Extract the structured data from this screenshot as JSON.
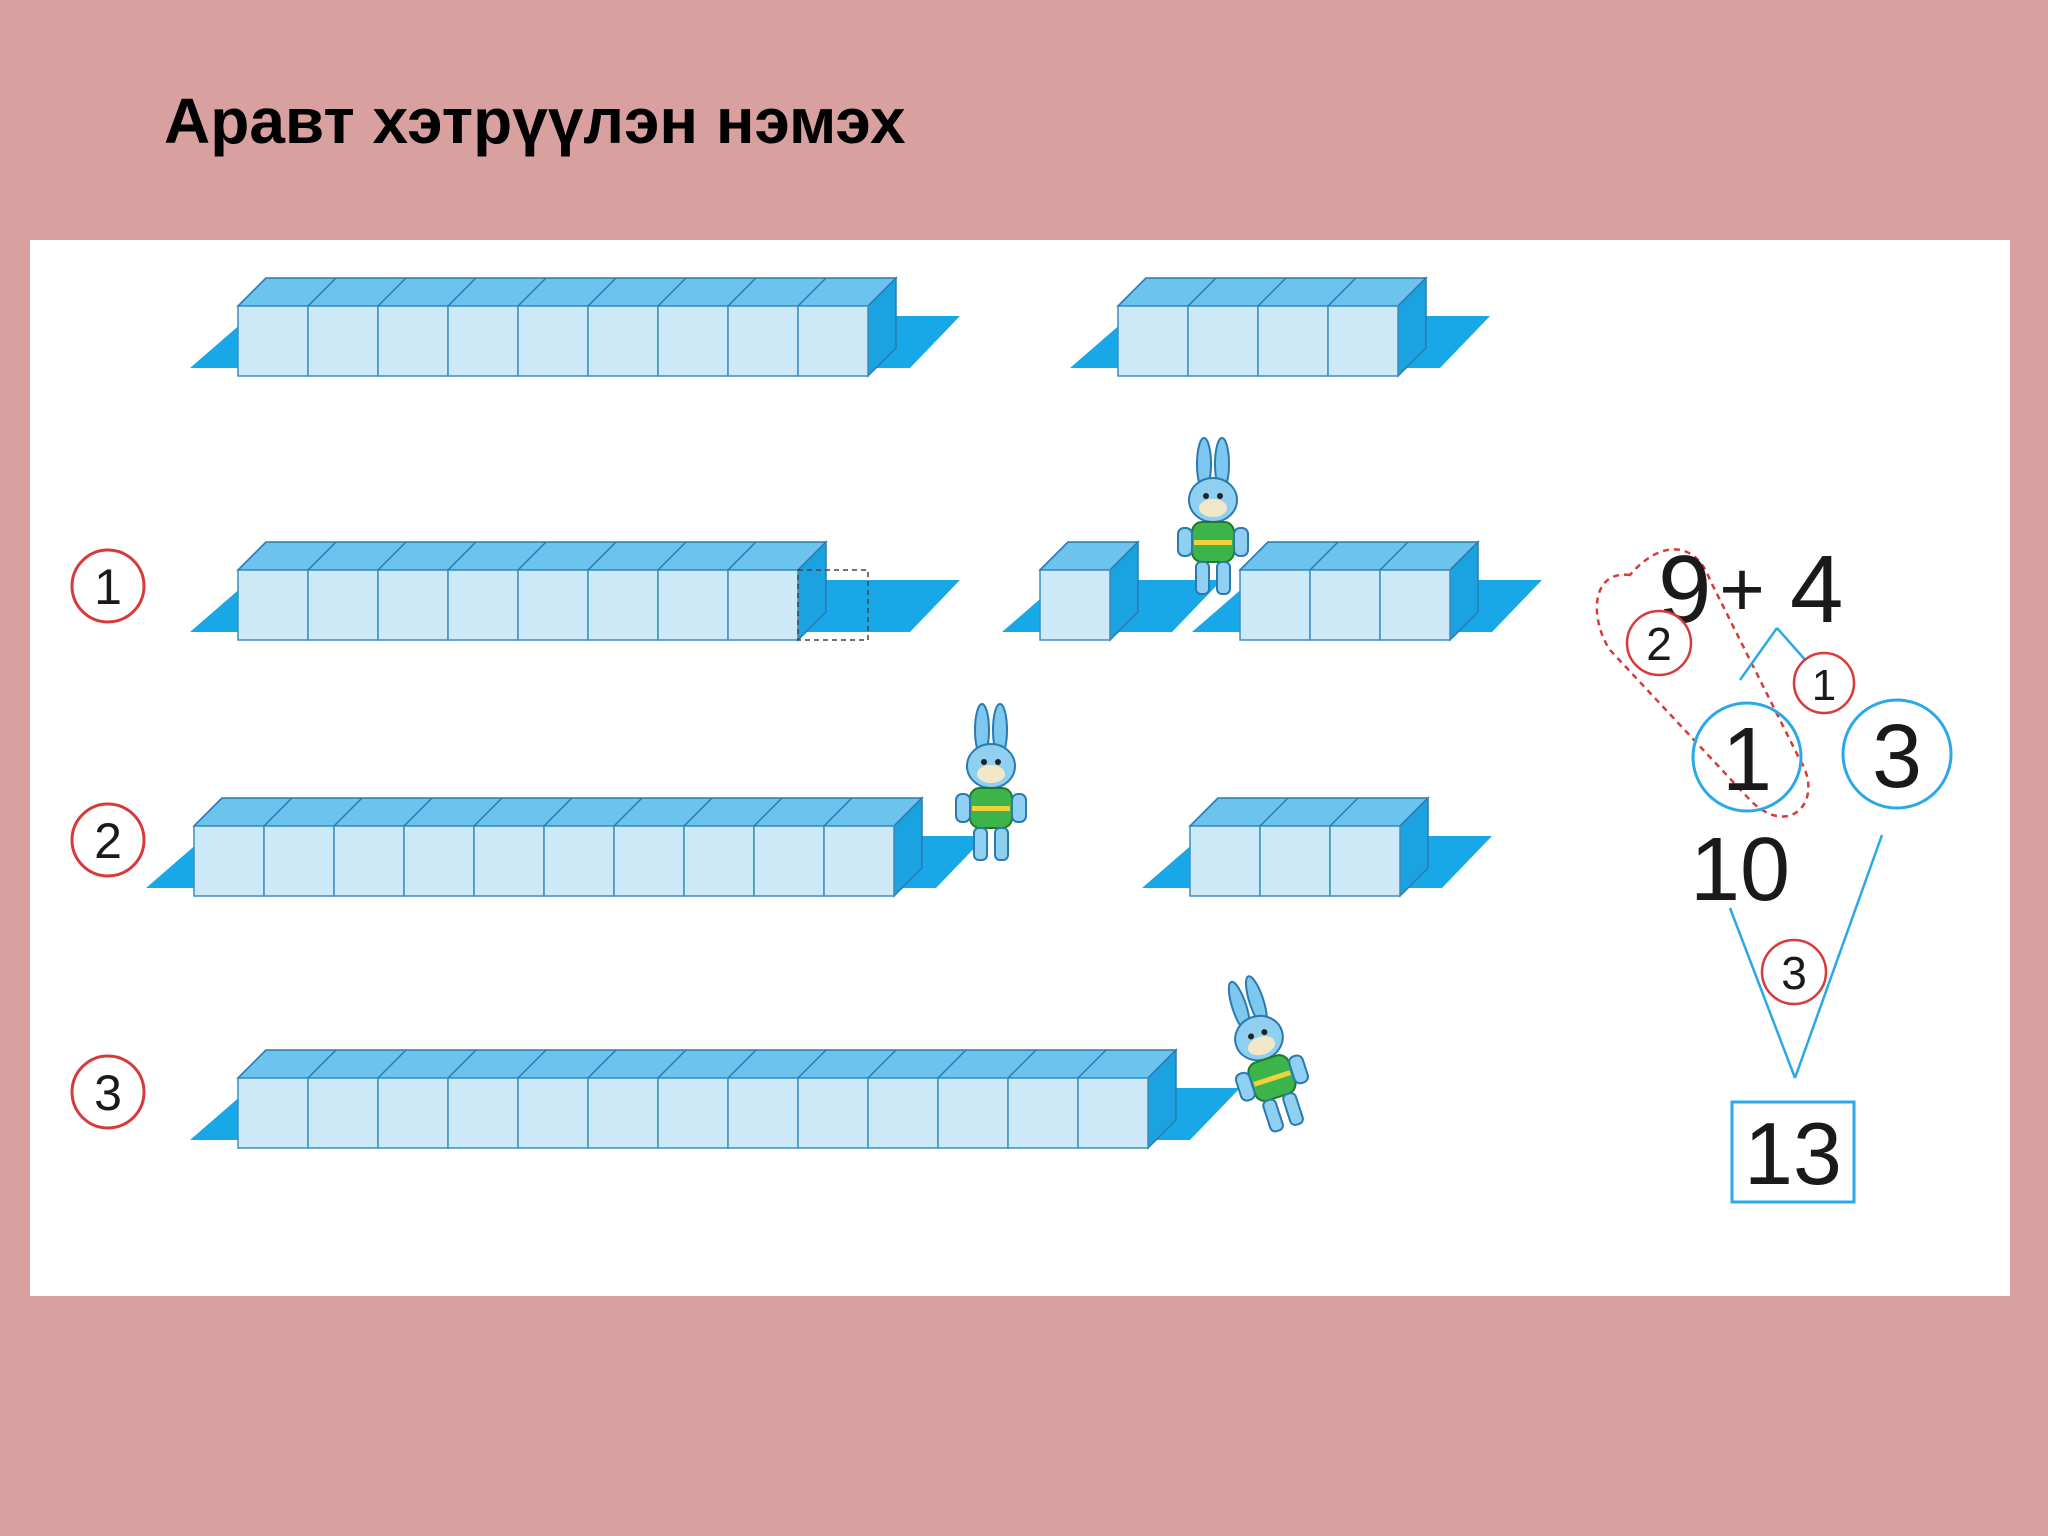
{
  "title": "Аравт хэтрүүлэн нэмэх",
  "rows": [
    {
      "label": "",
      "left_cubes": 9,
      "right_cubes": 4,
      "highlight_gap": false
    },
    {
      "label": "1",
      "left_cubes": 9,
      "right_cubes": 4,
      "right_split": 1
    },
    {
      "label": "2",
      "left_cubes": 10,
      "right_cubes": 3
    },
    {
      "label": "3",
      "left_cubes": 13,
      "right_cubes": 0
    }
  ],
  "scheme": {
    "a": "9",
    "plus": "+",
    "b": "4",
    "part_one": "1",
    "part_three": "3",
    "ten": "10",
    "result": "13",
    "step_1": "1",
    "step_2": "2",
    "step_3": "3"
  },
  "colors": {
    "cube_front": "#cde9f8",
    "cube_top": "#6cc4ee",
    "cube_side": "#1aa3e0",
    "base": "#18a8e8",
    "red_marker": "#d83a3a",
    "blue_line": "#2aa8e8"
  }
}
